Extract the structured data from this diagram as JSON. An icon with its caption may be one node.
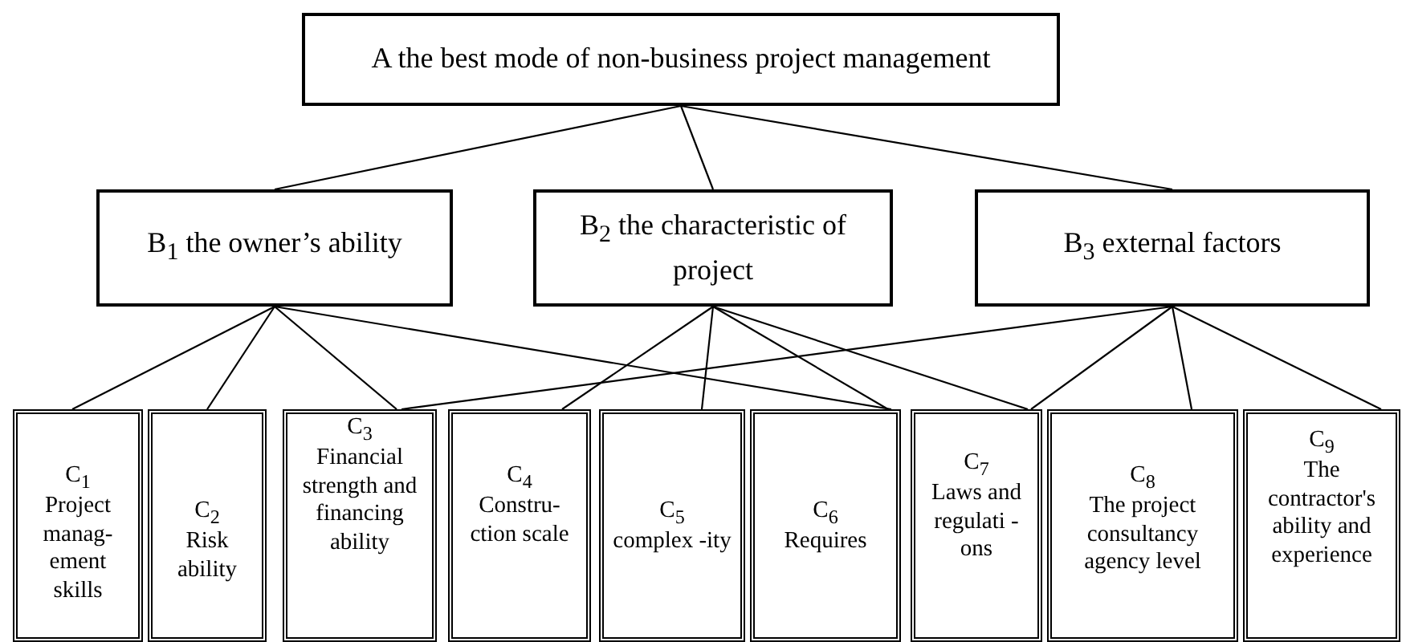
{
  "diagram": {
    "nodes": [
      {
        "text": [
          "A the best mode of non-business project management"
        ]
      },
      {
        "text": [
          "B$_{1}$ the owner’s ability"
        ]
      },
      {
        "text": [
          "B$_{2}$ the characteristic of project"
        ]
      },
      {
        "text": [
          "B$_{3}$ external factors"
        ]
      },
      {
        "text": [
          "C$_{1}$",
          "Project manag- ement skills"
        ]
      },
      {
        "text": [
          "C$_{2}$",
          "Risk ability"
        ]
      },
      {
        "text": [
          "C$_{3}$",
          "Financial strength and financing ability"
        ]
      },
      {
        "text": [
          "C$_{4}$",
          "Constru- ction scale"
        ]
      },
      {
        "text": [
          "C$_{5}$",
          "complex -ity"
        ]
      },
      {
        "text": [
          "C$_{6}$",
          "Requires"
        ]
      },
      {
        "text": [
          "C$_{7}$",
          "Laws and regulati -ons"
        ]
      },
      {
        "text": [
          "C$_{8}$",
          "The project consultancy agency level"
        ]
      },
      {
        "text": [
          "C$_{9}$",
          "The contractor's ability and experience"
        ]
      }
    ],
    "edges": [
      {
        "from": 0,
        "to": 1,
        "arrow": "none"
      },
      {
        "from": 0,
        "to": 2,
        "arrow": "none"
      },
      {
        "from": 0,
        "to": 3,
        "arrow": "none"
      },
      {
        "from": 1,
        "to": 4,
        "arrow": "none"
      },
      {
        "from": 1,
        "to": 5,
        "arrow": "none"
      },
      {
        "from": 1,
        "to": 6,
        "arrow": "none"
      },
      {
        "from": 1,
        "to": 9,
        "arrow": "none"
      },
      {
        "from": 2,
        "to": 7,
        "arrow": "none"
      },
      {
        "from": 2,
        "to": 8,
        "arrow": "none"
      },
      {
        "from": 2,
        "to": 9,
        "arrow": "none"
      },
      {
        "from": 2,
        "to": 10,
        "arrow": "none"
      },
      {
        "from": 3,
        "to": 6,
        "arrow": "none"
      },
      {
        "from": 3,
        "to": 10,
        "arrow": "none"
      },
      {
        "from": 3,
        "to": 11,
        "arrow": "none"
      },
      {
        "from": 3,
        "to": 12,
        "arrow": "none"
      }
    ]
  }
}
